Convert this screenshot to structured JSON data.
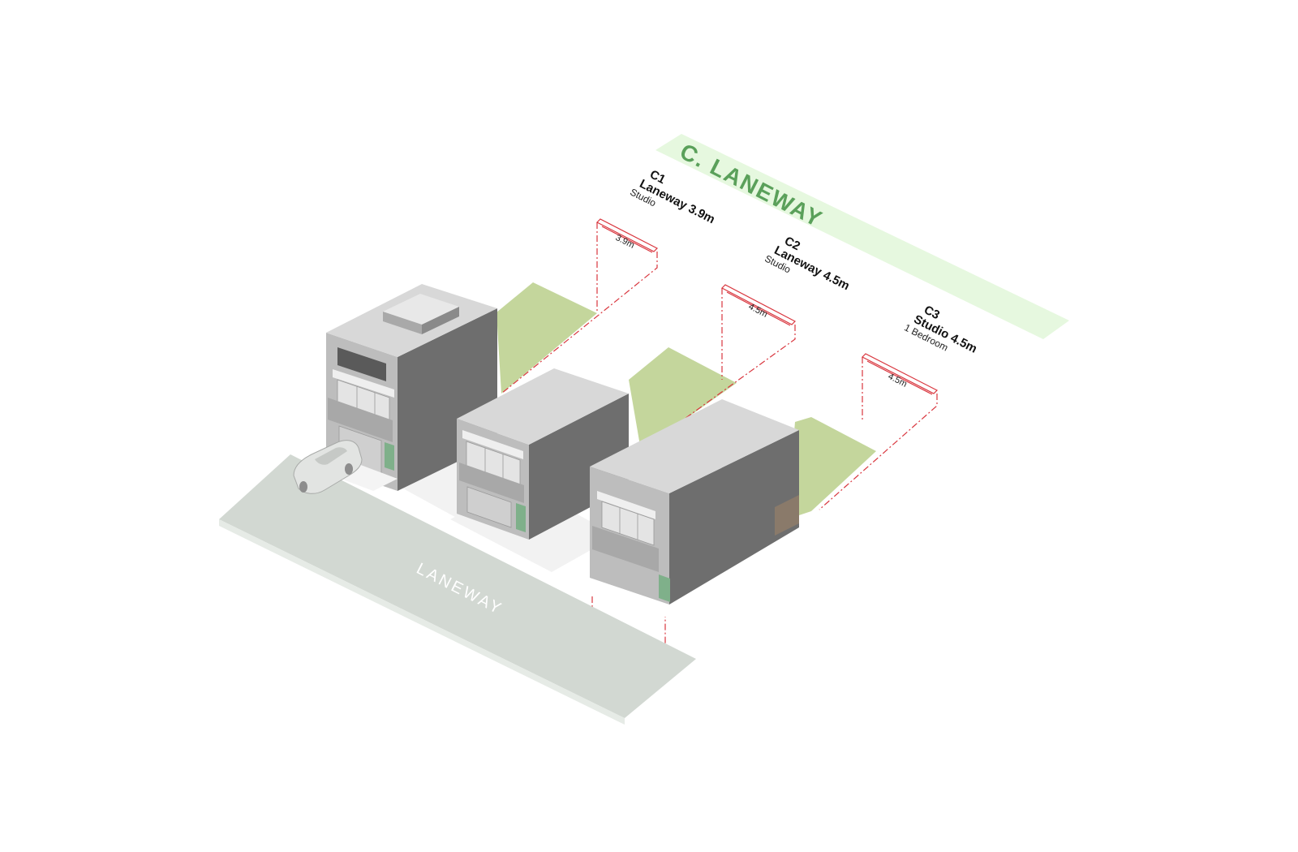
{
  "section": {
    "title": "C. LANEWAY",
    "band_color": "#e6f8df",
    "title_color": "#5aa05a"
  },
  "road": {
    "label": "LANEWAY",
    "color": "#d2d8d2"
  },
  "lots": [
    {
      "id": "C1",
      "name": "Laneway 3.9m",
      "type": "Studio",
      "width": "3.9m"
    },
    {
      "id": "C2",
      "name": "Laneway 4.5m",
      "type": "Studio",
      "width": "4.5m"
    },
    {
      "id": "C3",
      "name": "Studio 4.5m",
      "type": "1 Bedroom",
      "width": "4.5m"
    }
  ],
  "colors": {
    "grass": "#c4d69c",
    "roof": "#d8d8d8",
    "wall_dark": "#6e6e6e",
    "wall_front": "#bdbdbd",
    "dimension_line": "#d9363e"
  }
}
